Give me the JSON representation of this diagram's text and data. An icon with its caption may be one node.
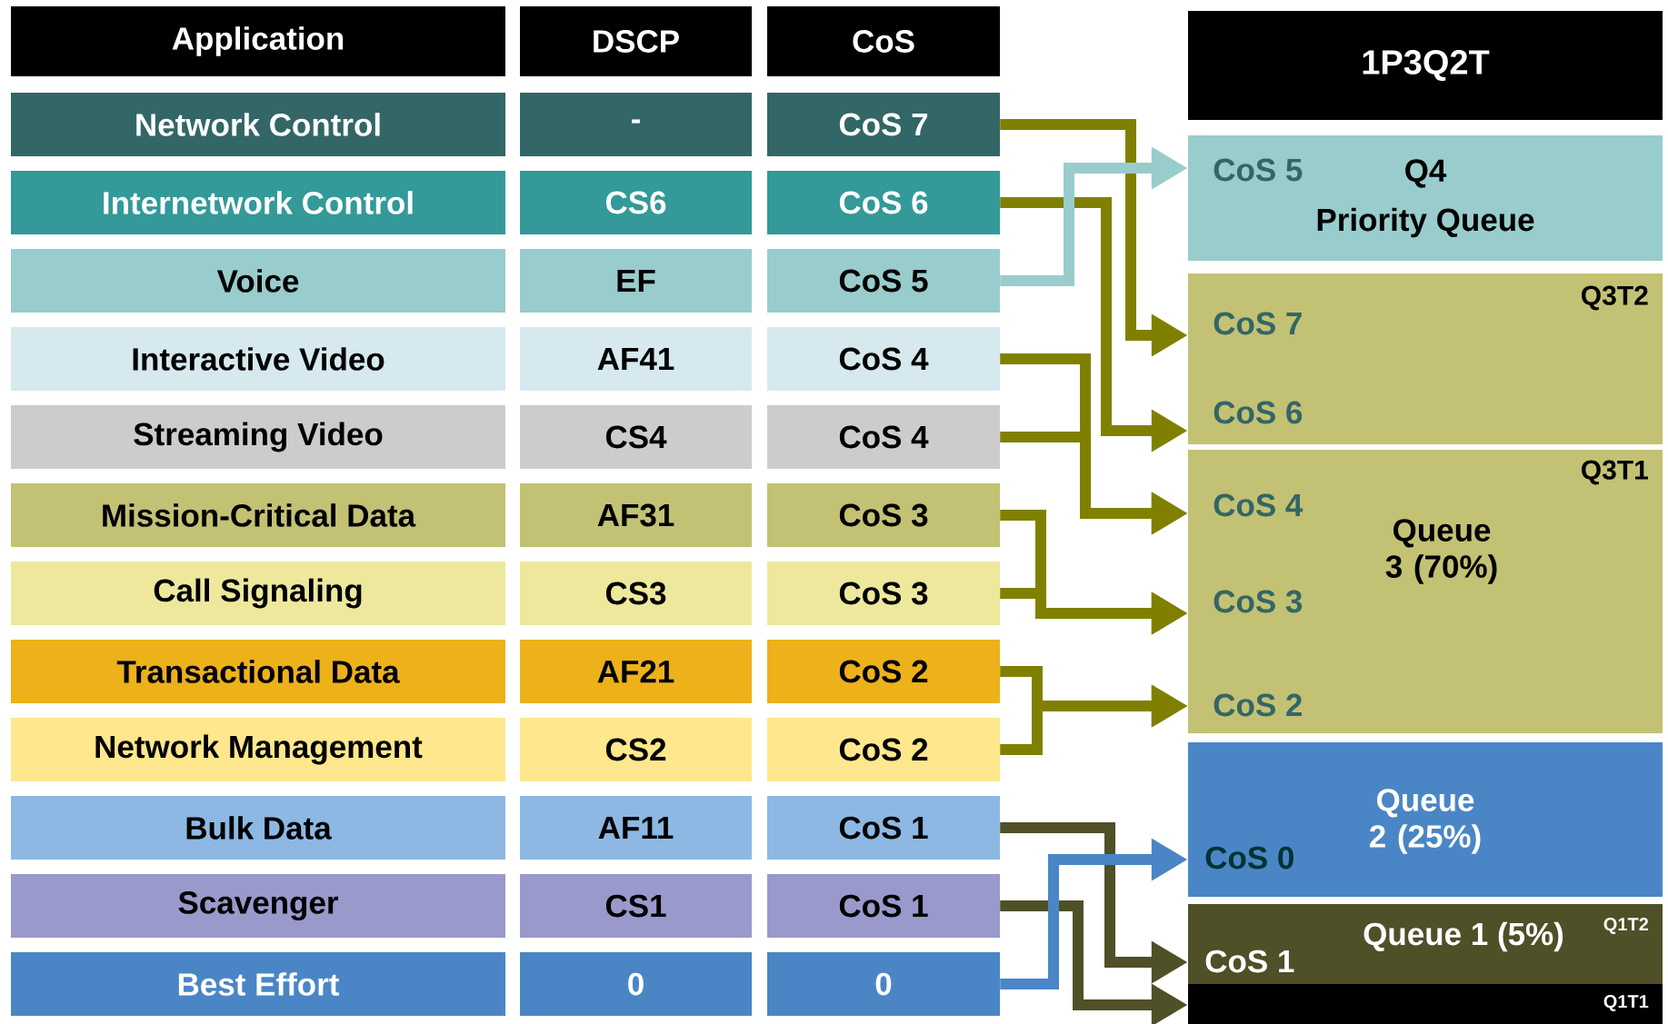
{
  "diagram": {
    "nodes": [
      {
        "text": [
          "Application"
        ]
      },
      {
        "text": [
          "DSCP"
        ]
      },
      {
        "text": [
          "CoS"
        ]
      },
      {
        "text": [
          "Network Control"
        ]
      },
      {
        "text": [
          "-"
        ]
      },
      {
        "text": [
          "CoS 7"
        ]
      },
      {
        "text": [
          "Internetwork Control"
        ]
      },
      {
        "text": [
          "CS6"
        ]
      },
      {
        "text": [
          "CoS 6"
        ]
      },
      {
        "text": [
          "Voice"
        ]
      },
      {
        "text": [
          "EF"
        ]
      },
      {
        "text": [
          "CoS 5"
        ]
      },
      {
        "text": [
          "Interactive Video"
        ]
      },
      {
        "text": [
          "AF41"
        ]
      },
      {
        "text": [
          "CoS 4"
        ]
      },
      {
        "text": [
          "Streaming Video"
        ]
      },
      {
        "text": [
          "CS4"
        ]
      },
      {
        "text": [
          "CoS 4"
        ]
      },
      {
        "text": [
          "Mission-Critical Data"
        ]
      },
      {
        "text": [
          "AF31"
        ]
      },
      {
        "text": [
          "CoS 3"
        ]
      },
      {
        "text": [
          "Call Signaling"
        ]
      },
      {
        "text": [
          "CS3"
        ]
      },
      {
        "text": [
          "CoS 3"
        ]
      },
      {
        "text": [
          "Transactional Data"
        ]
      },
      {
        "text": [
          "AF21"
        ]
      },
      {
        "text": [
          "CoS 2"
        ]
      },
      {
        "text": [
          "Network Management"
        ]
      },
      {
        "text": [
          "CS2"
        ]
      },
      {
        "text": [
          "CoS 2"
        ]
      },
      {
        "text": [
          "Bulk Data"
        ]
      },
      {
        "text": [
          "AF11"
        ]
      },
      {
        "text": [
          "CoS 1"
        ]
      },
      {
        "text": [
          "Scavenger"
        ]
      },
      {
        "text": [
          "CS1"
        ]
      },
      {
        "text": [
          "CoS 1"
        ]
      },
      {
        "text": [
          "Best Effort"
        ]
      },
      {
        "text": [
          "0"
        ]
      },
      {
        "text": [
          "0"
        ]
      },
      {
        "text": [
          "1P3Q2T"
        ]
      },
      {
        "text": [
          "CoS 5",
          "Q4",
          "Priority Queue"
        ]
      },
      {
        "text": [
          "Q3T2",
          "CoS 7",
          "CoS 6"
        ]
      },
      {
        "text": [
          "Q3T1",
          "CoS 4",
          "Queue 3 (70%)",
          "CoS 3",
          "CoS 2"
        ]
      },
      {
        "text": [
          "Queue 2 (25%)",
          "CoS 0"
        ]
      },
      {
        "text": [
          "Queue 1 (5%)",
          "Q1T2",
          "CoS 1"
        ]
      },
      {
        "text": [
          "Q1T1"
        ]
      }
    ],
    "edges": [
      {
        "from": 5,
        "to": 41,
        "arrow": "to"
      },
      {
        "from": 8,
        "to": 41,
        "arrow": "to"
      },
      {
        "from": 11,
        "to": 40,
        "arrow": "to",
        "color": "#99cccc"
      },
      {
        "from": 14,
        "to": 42,
        "arrow": "to"
      },
      {
        "from": 17,
        "to": 42,
        "arrow": "to"
      },
      {
        "from": 20,
        "to": 42,
        "arrow": "to"
      },
      {
        "from": 23,
        "to": 42,
        "arrow": "to"
      },
      {
        "from": 26,
        "to": 42,
        "arrow": "to"
      },
      {
        "from": 29,
        "to": 42,
        "arrow": "to"
      },
      {
        "from": 32,
        "to": 44,
        "arrow": "to",
        "color": "#4f4f28"
      },
      {
        "from": 35,
        "to": 45,
        "arrow": "to",
        "color": "#4f4f28"
      },
      {
        "from": 38,
        "to": 43,
        "arrow": "to",
        "color": "#4a86c5"
      }
    ]
  }
}
